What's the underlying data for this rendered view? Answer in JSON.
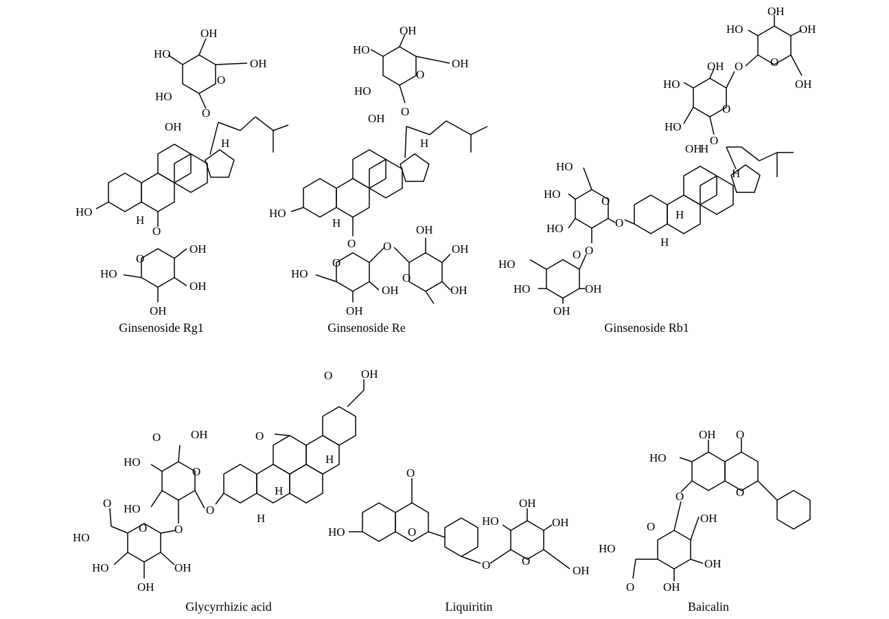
{
  "figure": {
    "compounds": [
      {
        "id": "rg1",
        "name": "Ginsenoside Rg1"
      },
      {
        "id": "re",
        "name": "Ginsenoside Re"
      },
      {
        "id": "rb1",
        "name": "Ginsenoside Rb1"
      },
      {
        "id": "glycyrrhizic",
        "name": "Glycyrrhizic acid"
      },
      {
        "id": "liquiritin",
        "name": "Liquiritin"
      },
      {
        "id": "baicalin",
        "name": "Baicalin"
      }
    ],
    "atom_labels": {
      "oh": "OH",
      "ho": "HO",
      "o": "O",
      "h": "H"
    }
  }
}
